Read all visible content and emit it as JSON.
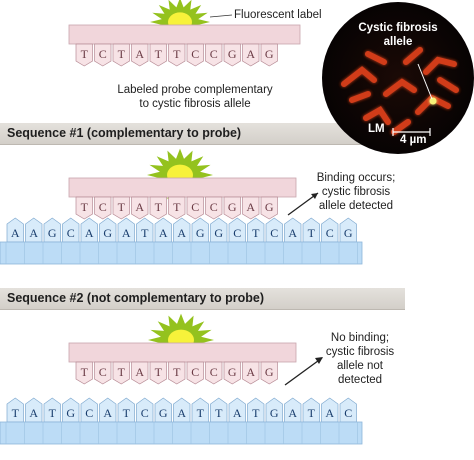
{
  "labels": {
    "fluorescent": "Fluorescent label",
    "probe_caption_line1": "Labeled probe complementary",
    "probe_caption_line2": "to cystic fibrosis allele",
    "seq1_title": "Sequence #1 (complementary to probe)",
    "seq2_title": "Sequence #2 (not complementary to probe)",
    "binding_line1": "Binding occurs;",
    "binding_line2": "cystic fibrosis",
    "binding_line3": "allele detected",
    "nobinding_line1": "No binding;",
    "nobinding_line2": "cystic fibrosis",
    "nobinding_line3": "allele not",
    "nobinding_line4": "detected"
  },
  "micrograph": {
    "title_line1": "Cystic fibrosis",
    "title_line2": "allele",
    "lm": "LM",
    "scale": "4 µm"
  },
  "probe_sequence": [
    "T",
    "C",
    "T",
    "A",
    "T",
    "T",
    "C",
    "C",
    "G",
    "A",
    "G"
  ],
  "target1_sequence": [
    "A",
    "A",
    "G",
    "C",
    "A",
    "G",
    "A",
    "T",
    "A",
    "A",
    "G",
    "G",
    "C",
    "T",
    "C",
    "A",
    "T",
    "C",
    "G"
  ],
  "target2_sequence": [
    "T",
    "A",
    "T",
    "G",
    "C",
    "A",
    "T",
    "C",
    "G",
    "A",
    "T",
    "T",
    "A",
    "T",
    "G",
    "A",
    "T",
    "A",
    "C"
  ],
  "colors": {
    "probe_body": "#f1d6db",
    "probe_tooth": "#f7e3e6",
    "probe_text": "#6a3a44",
    "target_body": "#bcdcf6",
    "target_tooth": "#d8ebfa",
    "target_text": "#183c6c",
    "star_outer": "#94c21e",
    "star_inner": "#f7f23a"
  }
}
